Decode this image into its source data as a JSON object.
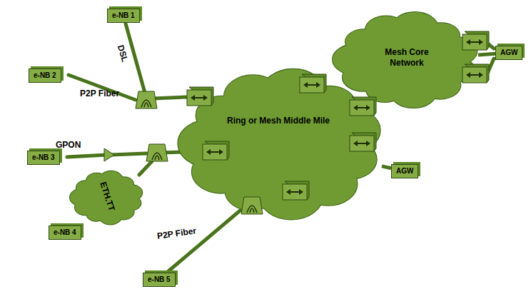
{
  "diagram": {
    "nodes": [
      {
        "text": [
          "e-NB 1"
        ]
      },
      {
        "text": [
          "e-NB 2"
        ]
      },
      {
        "text": [
          "e-NB 3"
        ]
      },
      {
        "text": [
          "e-NB 4"
        ]
      },
      {
        "text": [
          "e-NB 5"
        ]
      },
      {
        "text": [
          "Ring or Mesh Middle Mile"
        ]
      },
      {
        "text": [
          "Mesh Core Network"
        ]
      },
      {
        "text": [
          "ETH.TT"
        ]
      },
      {
        "text": [
          "AGW"
        ]
      },
      {
        "text": [
          "AGW"
        ]
      }
    ],
    "edges": [
      {
        "from": 6,
        "to": 8,
        "arrow": "none"
      },
      {
        "from": 5,
        "to": 9,
        "arrow": "none"
      },
      {
        "from": 7,
        "to": 3,
        "arrow": "none"
      }
    ],
    "labels": [
      "DSL",
      "P2P Fiber",
      "GPON",
      "P2P Fiber"
    ]
  }
}
